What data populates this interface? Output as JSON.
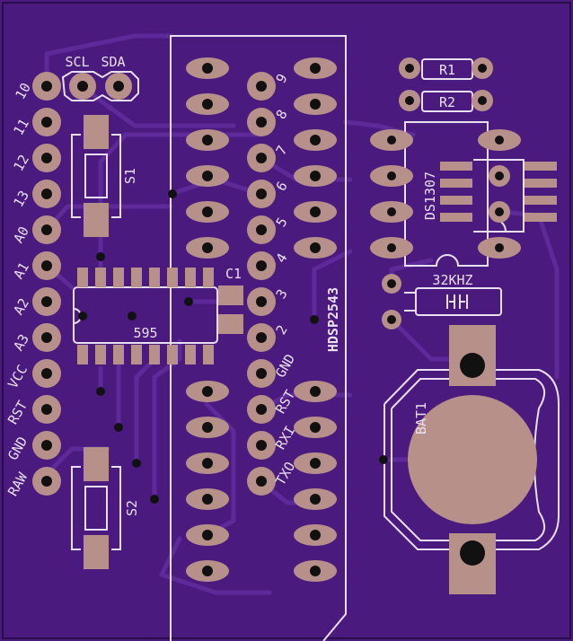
{
  "board": {
    "background": "#4b1a7e",
    "copper": "#b8908a",
    "silk": "#e8e0f0"
  },
  "left_header": [
    "10",
    "11",
    "12",
    "13",
    "A0",
    "A1",
    "A2",
    "A3",
    "VCC",
    "RST",
    "GND",
    "RAW"
  ],
  "i2c": {
    "scl": "SCL",
    "sda": "SDA"
  },
  "inner_header": [
    "9",
    "8",
    "7",
    "6",
    "5",
    "4",
    "3",
    "2",
    "GND",
    "RST",
    "RXI",
    "TXO"
  ],
  "parts": {
    "s1": "S1",
    "s2": "S2",
    "ic": "595",
    "cap": "C1",
    "display": "HDSP2543",
    "r1": "R1",
    "r2": "R2",
    "rtc": "DS1307",
    "crystal": "32KHZ",
    "battery": "BAT1"
  }
}
